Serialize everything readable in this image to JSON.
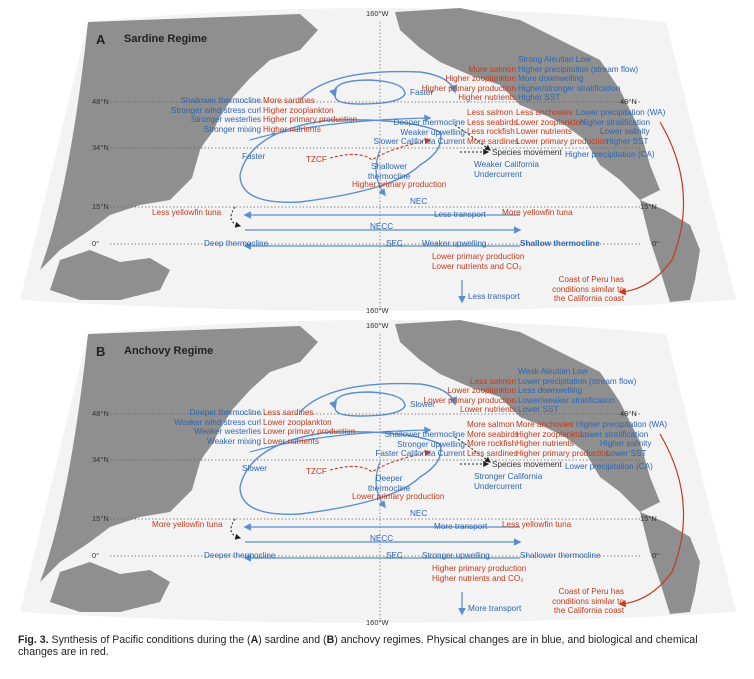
{
  "coords": {
    "lon": "160°W",
    "lat48": "48°N",
    "lat34": "34°N",
    "lat15": "15°N",
    "lat0": "0°"
  },
  "colors": {
    "physical": "#2e66b0",
    "biological": "#c23b1e",
    "land": "#8f8f8f",
    "ocean": "#f2f2f2",
    "current": "#6fa6d6"
  },
  "panels": [
    {
      "letter": "A",
      "title": "Sardine Regime",
      "aleutian": [
        "Strong Aleutian Low",
        "Higher precipitation (stream flow)",
        "More downwelling",
        "Higher/stronger stratification",
        "Higher SST"
      ],
      "gulf_bio": [
        "More salmon",
        "Higher zooplankton",
        "Higher primary production",
        "Higher nutrients"
      ],
      "west_phys": [
        "Shallower thermocline",
        "Stronger wind stress curl",
        "Stronger westerlies",
        "Stronger mixing"
      ],
      "west_bio": [
        "More sardines",
        "Higher zooplankton",
        "Higher primary production",
        "Higher nutrients"
      ],
      "gyre_speed": "Faster",
      "gyre_speed_west": "Faster",
      "cal_phys": [
        "Deeper thermocline",
        "Weaker upwelling",
        "Slower California Current"
      ],
      "cc_bio": [
        "Less salmon",
        "Less seabirds",
        "Less rockfish",
        "More sardines"
      ],
      "cc_bio2": [
        "Less anchovies",
        "Lower zooplankton",
        "Lower nutrients",
        "Lower primary production"
      ],
      "cc_phys": [
        "Lower precipitation (WA)",
        "Higher stratification",
        "Lower salinity",
        "Higher SST"
      ],
      "cc_precip_ca": "Higher precipitation (CA)",
      "species_movement": "Species movement",
      "tzcf": "TZCF",
      "subtropical_phys": "Shallower thermocline",
      "subtropical_bio": "Higher primary production",
      "undercurrent": "Weaker California Undercurrent",
      "nec": "NEC",
      "necc": "NECC",
      "sec": "SEC",
      "tuna_west": "Less yellowfin tuna",
      "tuna_east": "More yellowfin tuna",
      "transport_eq": "Less transport",
      "thermo_west": "Deep thermocline",
      "upwelling": "Weaker upwelling",
      "thermo_east": "Shallow thermocline",
      "eq_bio": [
        "Lower primary production",
        "Lower nutrients and CO₂"
      ],
      "transport_south": "Less transport",
      "peru": [
        "Coast of Peru has",
        "conditions similar to",
        "the California coast"
      ]
    },
    {
      "letter": "B",
      "title": "Anchovy Regime",
      "aleutian": [
        "Weak Aleutian Low",
        "Lower precipitation (stream flow)",
        "Less downwelling",
        "Lower/weaker stratification",
        "Lower SST"
      ],
      "gulf_bio": [
        "Less salmon",
        "Lower zooplankton",
        "Lower primary production",
        "Lower nutrients"
      ],
      "west_phys": [
        "Deeper thermocline",
        "Weaker wind stress curl",
        "Weaker westerlies",
        "Weaker mixing"
      ],
      "west_bio": [
        "Less sardines",
        "Lower zooplankton",
        "Lower primary production",
        "Lower nutrients"
      ],
      "gyre_speed": "Slower",
      "gyre_speed_west": "Slower",
      "cal_phys": [
        "Shallower thermocline",
        "Stronger upwelling",
        "Faster California Current"
      ],
      "cc_bio": [
        "More salmon",
        "More seabirds",
        "More rockfish",
        "Less sardines"
      ],
      "cc_bio2": [
        "More anchovies",
        "Higher zooplankton",
        "Higher nutrients",
        "Higher primary production"
      ],
      "cc_phys": [
        "Higher precipitation (WA)",
        "Lower stratification",
        "Higher salinity",
        "Lower SST"
      ],
      "cc_precip_ca": "Lower precipitation (CA)",
      "species_movement": "Species movement",
      "tzcf": "TZCF",
      "subtropical_phys": "Deeper thermocline",
      "subtropical_bio": "Lower primary production",
      "undercurrent": "Stronger California Undercurrent",
      "nec": "NEC",
      "necc": "NECC",
      "sec": "SEC",
      "tuna_west": "More yellowfin tuna",
      "tuna_east": "Less yellowfin tuna",
      "transport_eq": "More transport",
      "thermo_west": "Deeper thermocline",
      "upwelling": "Stronger upwelling",
      "thermo_east": "Shallower thermocline",
      "eq_bio": [
        "Higher primary production",
        "Higher nutrients and CO₂"
      ],
      "transport_south": "More transport",
      "peru": [
        "Coast of Peru has",
        "conditions similar to",
        "the California coast"
      ]
    }
  ],
  "caption": {
    "prefix": "Fig. 3.",
    "text_1": " Synthesis of Pacific conditions during the (",
    "a": "A",
    "text_2": ") sardine and (",
    "b": "B",
    "text_3": ") anchovy regimes. Physical changes are in blue, and biological and chemical changes are in red."
  }
}
